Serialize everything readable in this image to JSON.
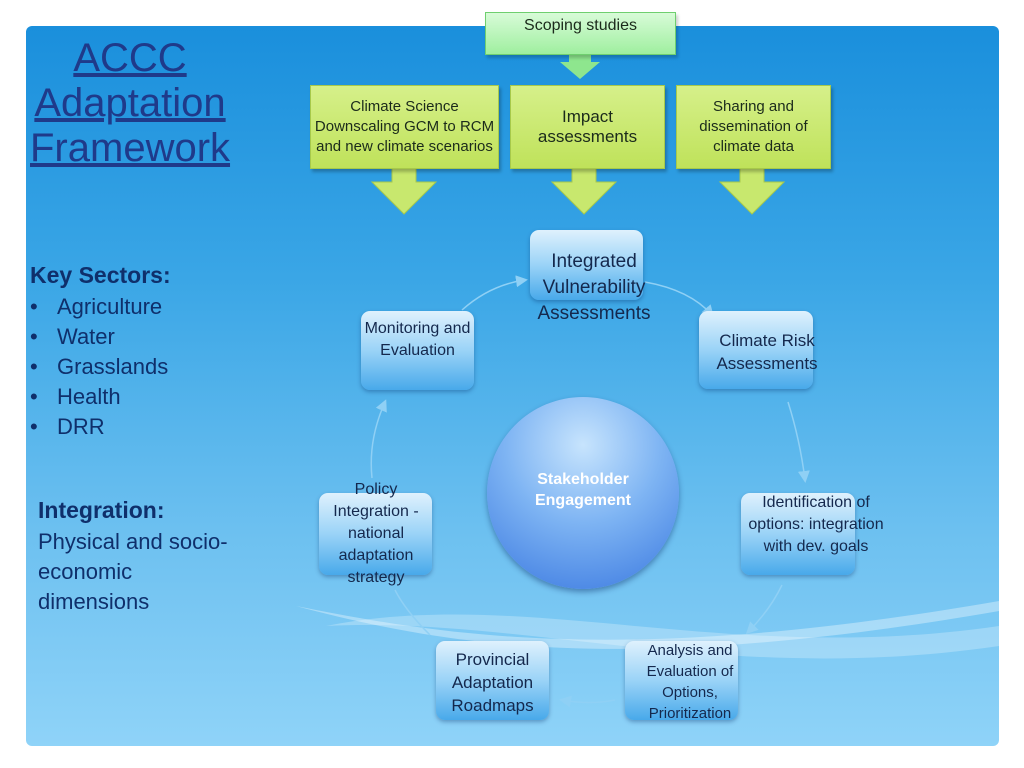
{
  "title_lines": [
    "ACCC",
    "Adaptation",
    "Framework"
  ],
  "key_sectors": {
    "heading": "Key Sectors:",
    "items": [
      "Agriculture",
      "Water",
      "Grasslands",
      "Health",
      "DRR"
    ]
  },
  "integration": {
    "heading": "Integration:",
    "text": "Physical and socio-economic dimensions"
  },
  "top_flow": {
    "scoping": "Scoping studies",
    "boxes": [
      "Climate Science Downscaling GCM to RCM and new climate scenarios",
      "Impact assessments",
      "Sharing and dissemination of climate data"
    ]
  },
  "cycle": {
    "center": "Stakeholder Engagement",
    "steps": {
      "integrated_vulnerability": "Integrated Vulnerability Assessments",
      "climate_risk": "Climate Risk Assessments",
      "identification": "Identification of options: integration with dev. goals",
      "analysis": "Analysis and Evaluation of Options, Prioritization",
      "provincial": "Provincial Adaptation Roadmaps",
      "policy": "Policy Integration - national adaptation strategy",
      "monitoring": "Monitoring and Evaluation"
    }
  },
  "colors": {
    "slide_top": "#1a8fdc",
    "slide_bottom": "#8fd3f8",
    "green_box": "#c8e86e",
    "text_navy": "#1f3a8a",
    "circle": "#5d95ea"
  }
}
